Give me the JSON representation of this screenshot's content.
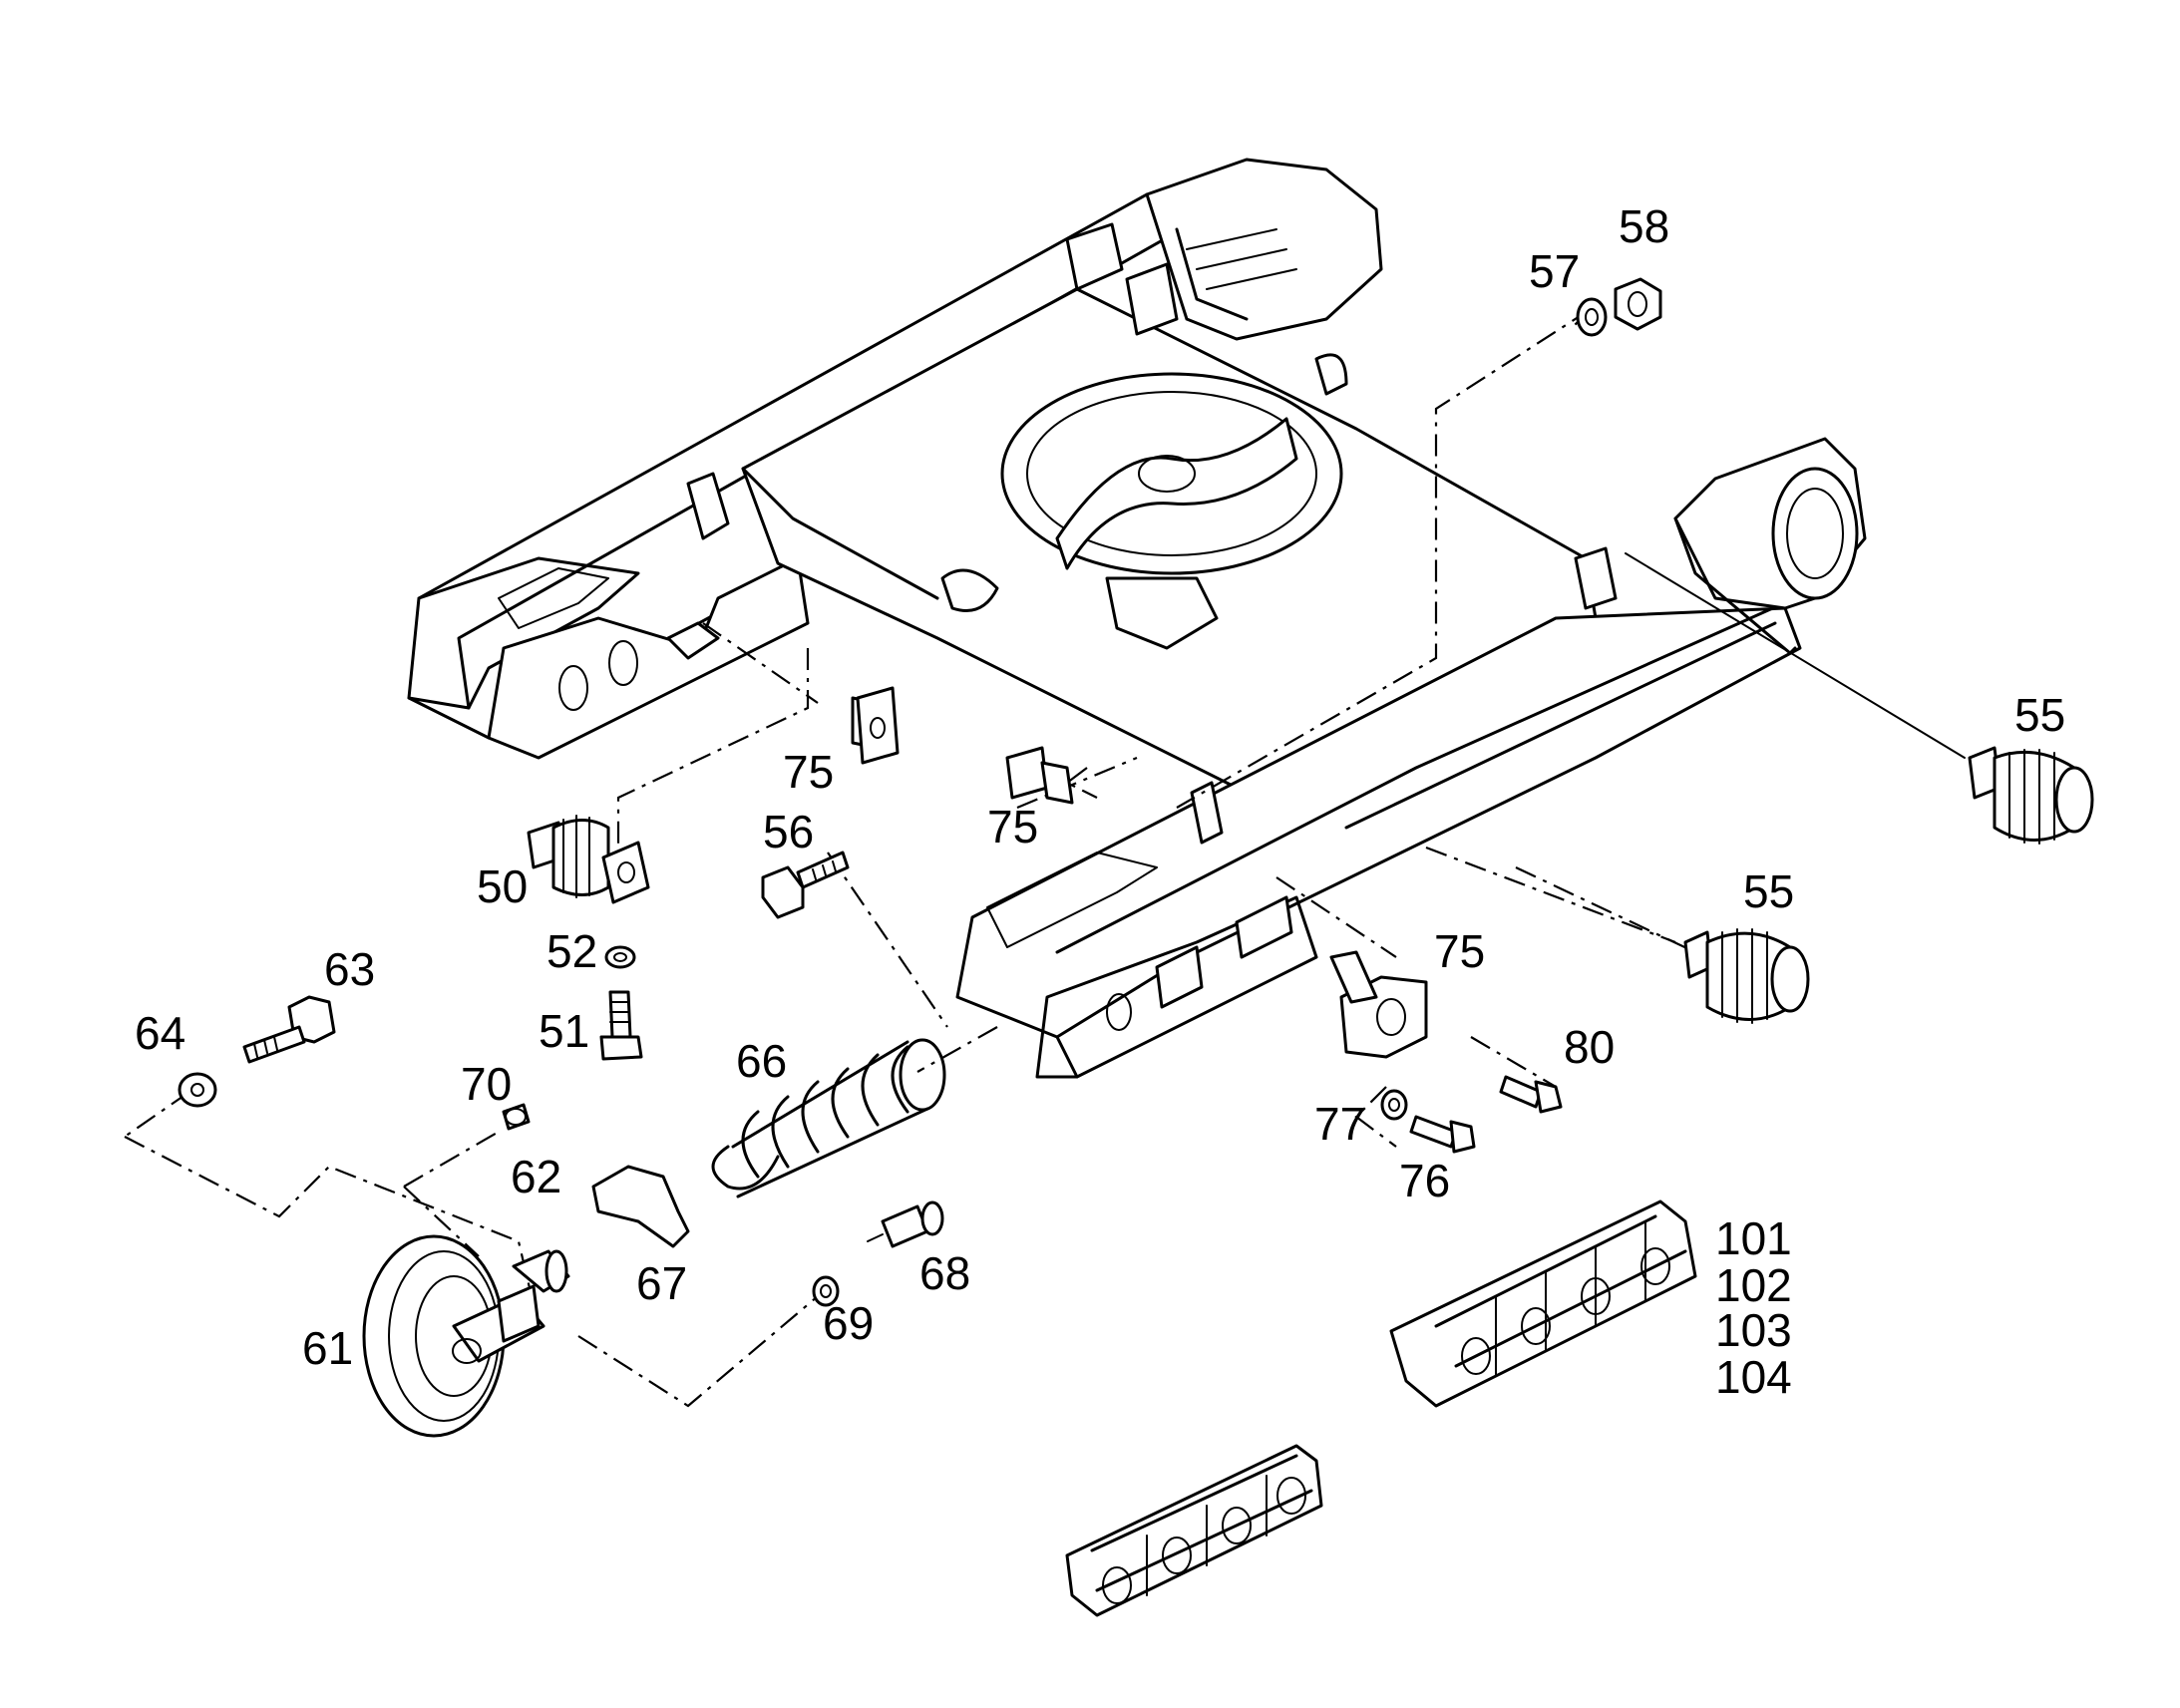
{
  "callouts": [
    {
      "id": "57",
      "text": "57"
    },
    {
      "id": "58",
      "text": "58"
    },
    {
      "id": "55a",
      "text": "55"
    },
    {
      "id": "75a",
      "text": "75"
    },
    {
      "id": "75b",
      "text": "75"
    },
    {
      "id": "56",
      "text": "56"
    },
    {
      "id": "50",
      "text": "50"
    },
    {
      "id": "55b",
      "text": "55"
    },
    {
      "id": "75c",
      "text": "75"
    },
    {
      "id": "63",
      "text": "63"
    },
    {
      "id": "52",
      "text": "52"
    },
    {
      "id": "64",
      "text": "64"
    },
    {
      "id": "51",
      "text": "51"
    },
    {
      "id": "66",
      "text": "66"
    },
    {
      "id": "80",
      "text": "80"
    },
    {
      "id": "70",
      "text": "70"
    },
    {
      "id": "77",
      "text": "77"
    },
    {
      "id": "62",
      "text": "62"
    },
    {
      "id": "76",
      "text": "76"
    },
    {
      "id": "101",
      "text": "101"
    },
    {
      "id": "67",
      "text": "67"
    },
    {
      "id": "68",
      "text": "68"
    },
    {
      "id": "102",
      "text": "102"
    },
    {
      "id": "61",
      "text": "61"
    },
    {
      "id": "69",
      "text": "69"
    },
    {
      "id": "103",
      "text": "103"
    },
    {
      "id": "104",
      "text": "104"
    }
  ]
}
